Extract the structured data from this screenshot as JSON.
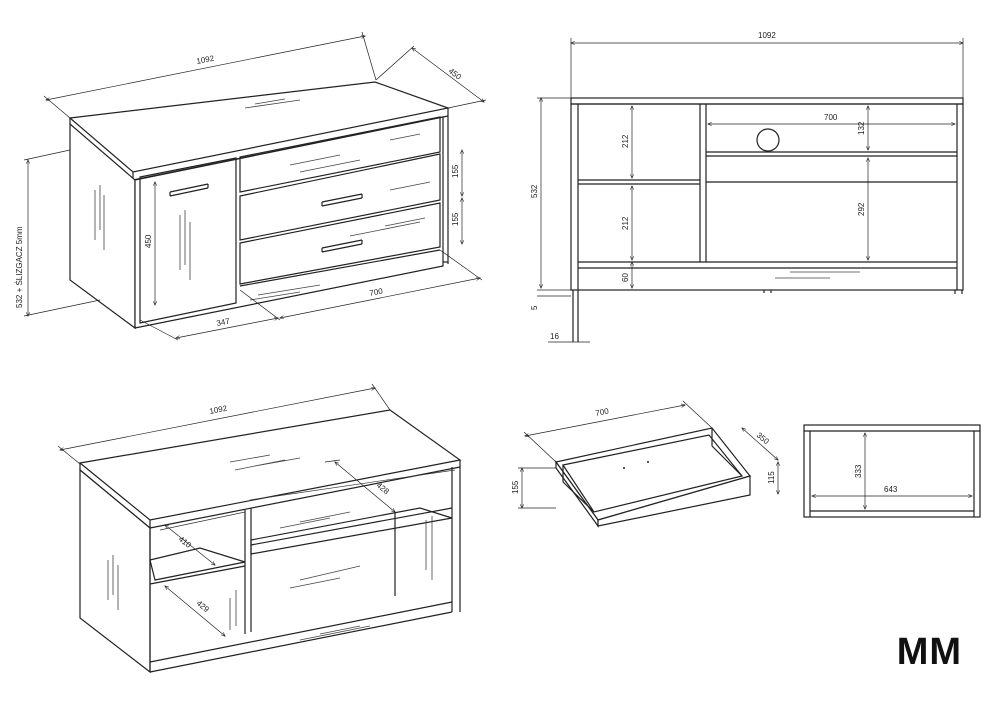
{
  "brand": {
    "logo": "MM"
  },
  "views": {
    "iso_front": {
      "width": "1092",
      "depth": "450",
      "height": "532 + ŚLIZGACZ 5mm",
      "door_height": "450",
      "drawer_height_1": "155",
      "drawer_height_2": "155",
      "door_width": "347",
      "drawer_width": "700"
    },
    "front_view": {
      "width": "1092",
      "height": "532",
      "glide": "5",
      "panel": "16",
      "shelf_upper": "212",
      "shelf_lower": "212",
      "plinth": "60",
      "compartment_width": "700",
      "compartment_top": "132",
      "compartment_bottom": "292"
    },
    "iso_open": {
      "width": "1092",
      "depth_right": "428",
      "depth_left_top": "410",
      "depth_left_bottom": "429"
    },
    "drawer": {
      "width": "700",
      "depth": "350",
      "height_outer": "155",
      "height_inner": "115"
    },
    "drawer_front": {
      "height": "333",
      "width": "643"
    }
  }
}
